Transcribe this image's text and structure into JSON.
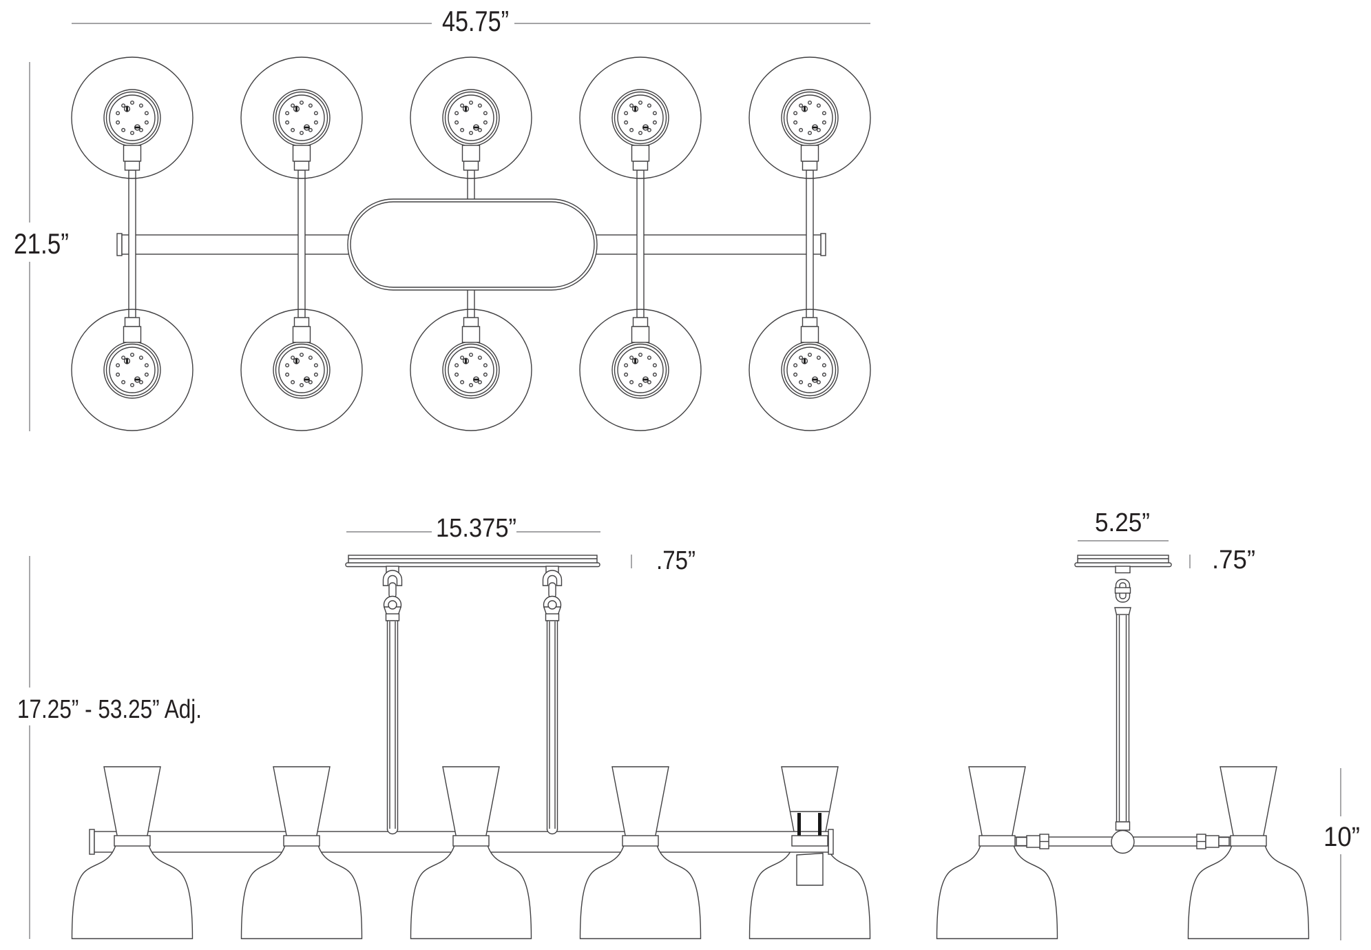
{
  "diagram": {
    "top_view": {
      "width": "45.75”",
      "depth": "21.5”"
    },
    "front_view": {
      "canopy_width": "15.375”",
      "canopy_height": ".75”",
      "height_adjustable": "17.25” - 53.25” Adj."
    },
    "side_view": {
      "canopy_width": "5.25”",
      "canopy_height": ".75”",
      "shade_height": "10”"
    }
  }
}
